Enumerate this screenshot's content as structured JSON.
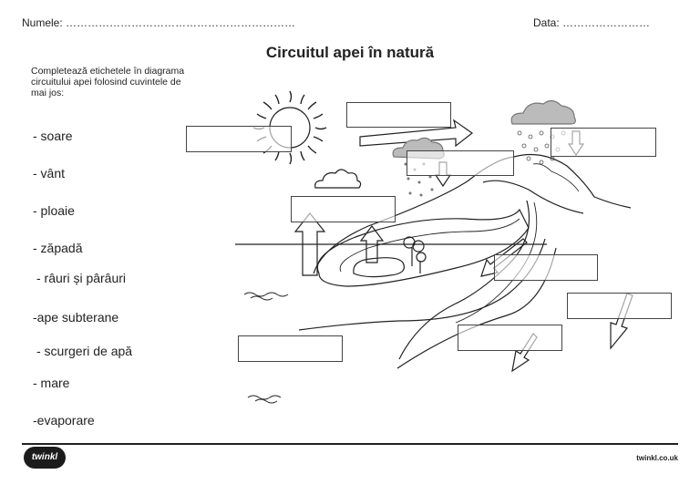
{
  "header": {
    "name_label": "Numele: ",
    "name_dots": "………………………………………………………",
    "date_label": "Data: ",
    "date_dots": "……………………"
  },
  "title": "Circuitul apei în natură",
  "instructions": "Completează etichetele în diagrama circuitului apei folosind cuvintele de mai jos:",
  "words": [
    "- soare",
    "- vânt",
    "- ploaie",
    "- zăpadă",
    "- râuri și pârâuri",
    "-ape subterane",
    "- scurgeri de apă",
    "- mare",
    "-evaporare"
  ],
  "footer": {
    "logo": "twinkl",
    "site": "twinkl.co.uk"
  }
}
